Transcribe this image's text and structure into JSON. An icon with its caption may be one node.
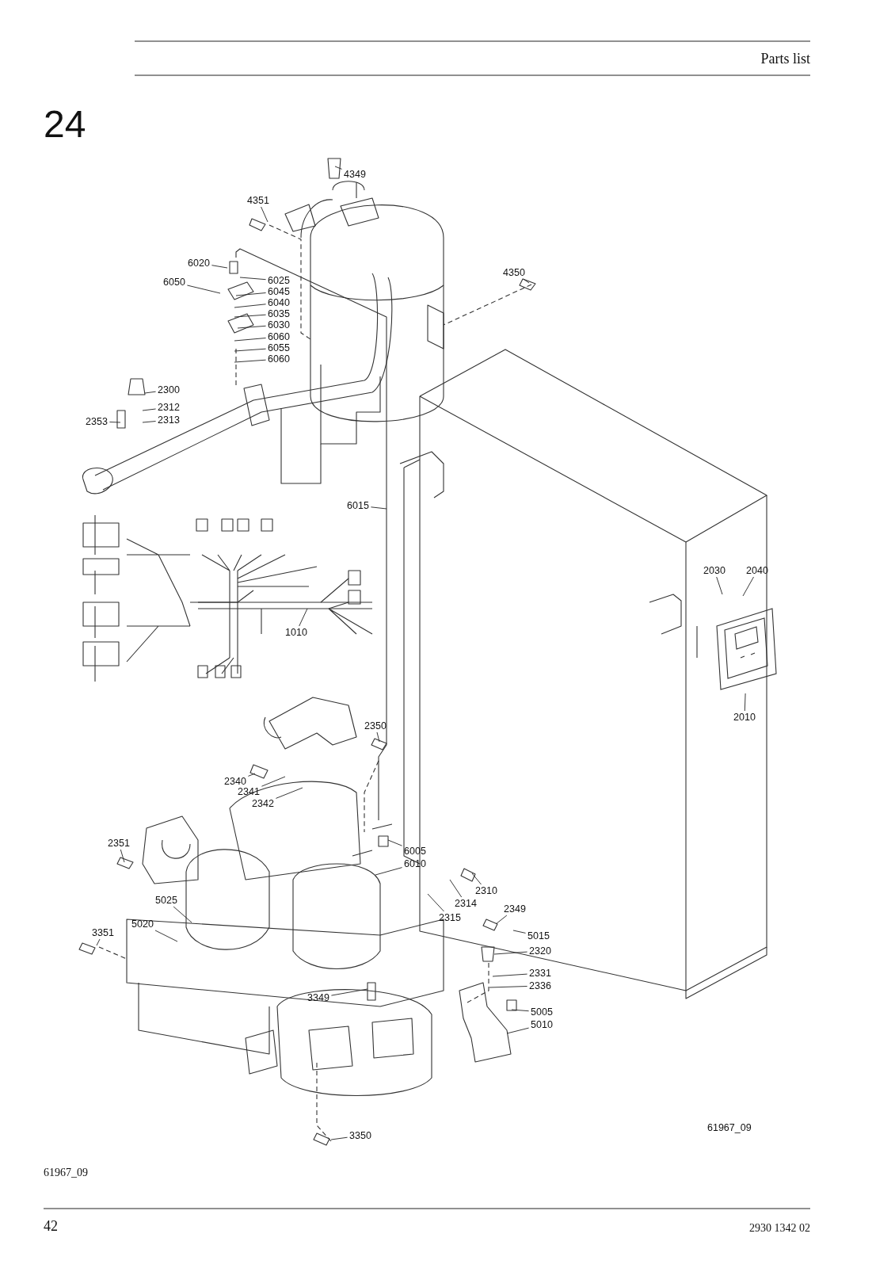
{
  "diagram": {
    "title": "24",
    "nodes": [
      {
        "text": [
          "4349"
        ]
      },
      {
        "text": [
          "4351"
        ]
      },
      {
        "text": [
          "6020"
        ]
      },
      {
        "text": [
          "6050"
        ]
      },
      {
        "text": [
          "6025"
        ]
      },
      {
        "text": [
          "6045"
        ]
      },
      {
        "text": [
          "6040"
        ]
      },
      {
        "text": [
          "6035"
        ]
      },
      {
        "text": [
          "6030"
        ]
      },
      {
        "text": [
          "6060"
        ]
      },
      {
        "text": [
          "6055"
        ]
      },
      {
        "text": [
          "6060"
        ]
      },
      {
        "text": [
          "4350"
        ]
      },
      {
        "text": [
          "2300"
        ]
      },
      {
        "text": [
          "2312"
        ]
      },
      {
        "text": [
          "2353"
        ]
      },
      {
        "text": [
          "2313"
        ]
      },
      {
        "text": [
          "6015"
        ]
      },
      {
        "text": [
          "2030"
        ]
      },
      {
        "text": [
          "2040"
        ]
      },
      {
        "text": [
          "1010"
        ]
      },
      {
        "text": [
          "2010"
        ]
      },
      {
        "text": [
          "2350"
        ]
      },
      {
        "text": [
          "2340"
        ]
      },
      {
        "text": [
          "2341"
        ]
      },
      {
        "text": [
          "2342"
        ]
      },
      {
        "text": [
          "2351"
        ]
      },
      {
        "text": [
          "6005"
        ]
      },
      {
        "text": [
          "6010"
        ]
      },
      {
        "text": [
          "2310"
        ]
      },
      {
        "text": [
          "2314"
        ]
      },
      {
        "text": [
          "2315"
        ]
      },
      {
        "text": [
          "2349"
        ]
      },
      {
        "text": [
          "5025"
        ]
      },
      {
        "text": [
          "5020"
        ]
      },
      {
        "text": [
          "5015"
        ]
      },
      {
        "text": [
          "3351"
        ]
      },
      {
        "text": [
          "2320"
        ]
      },
      {
        "text": [
          "2331"
        ]
      },
      {
        "text": [
          "2336"
        ]
      },
      {
        "text": [
          "3349"
        ]
      },
      {
        "text": [
          "5005"
        ]
      },
      {
        "text": [
          "5010"
        ]
      },
      {
        "text": [
          "3350"
        ]
      },
      {
        "text": [],
        "shape": "picture"
      }
    ],
    "edges": [
      {
        "from": 0,
        "to": null,
        "arrow": "none"
      },
      {
        "from": 1,
        "to": null,
        "arrow": "none"
      },
      {
        "from": 2,
        "to": null,
        "arrow": "none"
      },
      {
        "from": 3,
        "to": null,
        "arrow": "none"
      },
      {
        "from": 4,
        "to": null,
        "arrow": "none"
      },
      {
        "from": 5,
        "to": null,
        "arrow": "none"
      },
      {
        "from": 6,
        "to": null,
        "arrow": "none"
      },
      {
        "from": 7,
        "to": null,
        "arrow": "none"
      },
      {
        "from": 8,
        "to": null,
        "arrow": "none"
      },
      {
        "from": 9,
        "to": null,
        "arrow": "none"
      },
      {
        "from": 10,
        "to": null,
        "arrow": "none"
      },
      {
        "from": 11,
        "to": null,
        "arrow": "none"
      },
      {
        "from": 12,
        "to": null,
        "arrow": "none"
      },
      {
        "from": 13,
        "to": null,
        "arrow": "none"
      },
      {
        "from": 14,
        "to": null,
        "arrow": "none"
      },
      {
        "from": 15,
        "to": null,
        "arrow": "none"
      },
      {
        "from": 16,
        "to": null,
        "arrow": "none"
      },
      {
        "from": 17,
        "to": null,
        "arrow": "none"
      },
      {
        "from": 18,
        "to": null,
        "arrow": "none"
      },
      {
        "from": 19,
        "to": null,
        "arrow": "none"
      },
      {
        "from": 20,
        "to": null,
        "arrow": "none"
      },
      {
        "from": 21,
        "to": 44,
        "arrow": "none"
      },
      {
        "from": 22,
        "to": null,
        "arrow": "none"
      },
      {
        "from": 23,
        "to": null,
        "arrow": "none"
      },
      {
        "from": 24,
        "to": null,
        "arrow": "none"
      },
      {
        "from": 25,
        "to": null,
        "arrow": "none"
      },
      {
        "from": 26,
        "to": null,
        "arrow": "none"
      },
      {
        "from": 27,
        "to": null,
        "arrow": "none"
      },
      {
        "from": 28,
        "to": null,
        "arrow": "none"
      },
      {
        "from": 29,
        "to": null,
        "arrow": "none"
      },
      {
        "from": 30,
        "to": null,
        "arrow": "none"
      },
      {
        "from": 31,
        "to": null,
        "arrow": "none"
      },
      {
        "from": 32,
        "to": null,
        "arrow": "none"
      },
      {
        "from": 33,
        "to": null,
        "arrow": "none"
      },
      {
        "from": 34,
        "to": null,
        "arrow": "none"
      },
      {
        "from": 35,
        "to": null,
        "arrow": "none"
      },
      {
        "from": 36,
        "to": null,
        "arrow": "none"
      },
      {
        "from": 37,
        "to": null,
        "arrow": "none"
      },
      {
        "from": 38,
        "to": null,
        "arrow": "none"
      },
      {
        "from": 39,
        "to": null,
        "arrow": "none"
      },
      {
        "from": 40,
        "to": null,
        "arrow": "none"
      },
      {
        "from": 41,
        "to": null,
        "arrow": "none"
      },
      {
        "from": 42,
        "to": null,
        "arrow": "none"
      },
      {
        "from": 43,
        "to": null,
        "arrow": "none"
      }
    ],
    "labels": [
      "Parts list",
      "61967_09",
      "61967_09",
      "42",
      "2930 1342 02"
    ]
  }
}
